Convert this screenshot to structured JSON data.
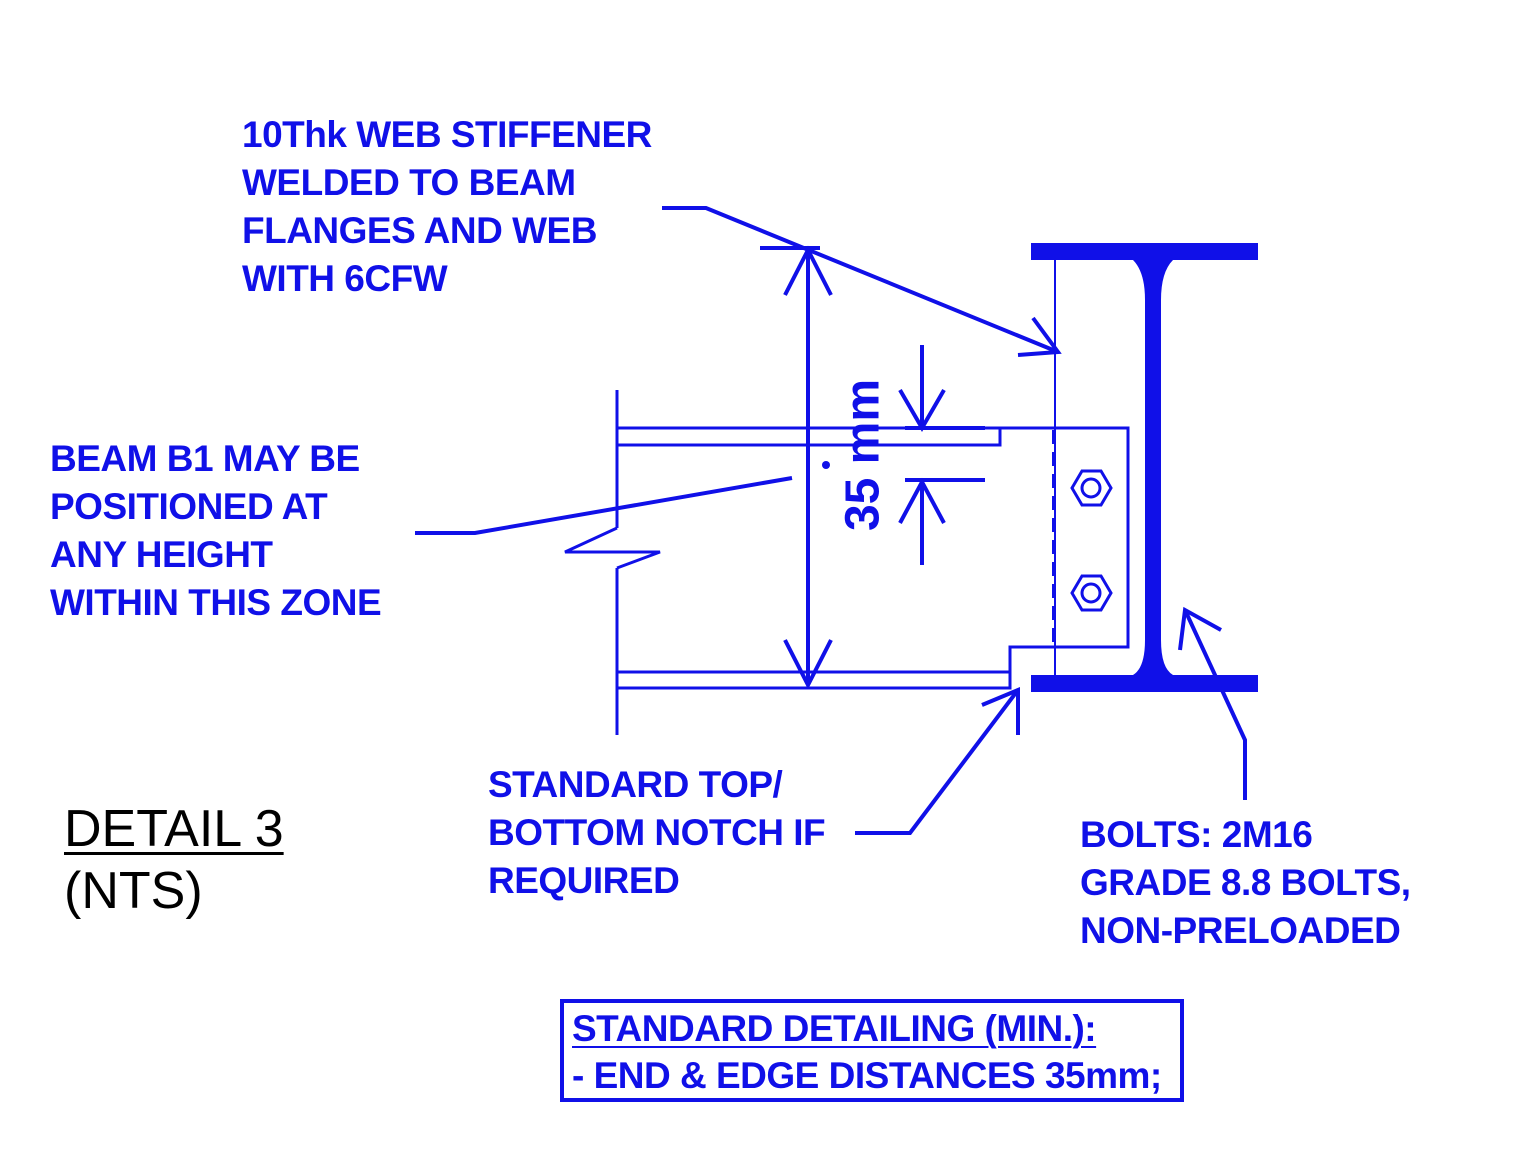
{
  "labels": {
    "stiffener": [
      "10Thk WEB STIFFENER",
      "WELDED TO BEAM",
      "FLANGES AND WEB",
      "WITH 6CFW"
    ],
    "beam_zone": [
      "BEAM B1 MAY BE",
      "POSITIONED AT",
      "ANY HEIGHT",
      "WITHIN THIS ZONE"
    ],
    "notch": [
      "STANDARD TOP/",
      "BOTTOM NOTCH IF",
      "REQUIRED"
    ],
    "bolts": [
      "BOLTS: 2M16",
      "GRADE 8.8 BOLTS,",
      "NON-PRELOADED"
    ]
  },
  "dimension": "35 mm",
  "title": {
    "line1": "DETAIL 3",
    "line2": "(NTS)"
  },
  "notes_box": {
    "heading": "STANDARD DETAILING (MIN.):",
    "line": "- END & EDGE DISTANCES 35mm;"
  },
  "colors": {
    "ink": "#1010e8",
    "title": "#000000",
    "background": "#ffffff"
  }
}
